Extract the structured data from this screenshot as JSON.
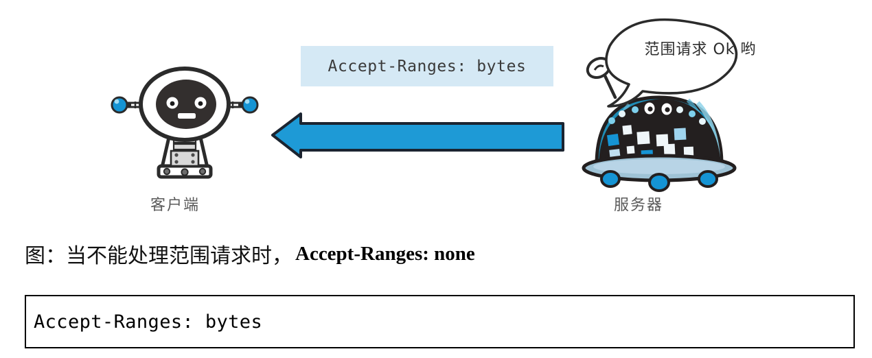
{
  "figure": {
    "header_label": "Accept-Ranges: bytes",
    "header_label_bg": "#d5e9f5",
    "arrow": {
      "direction": "left",
      "color": "#1e9ad6",
      "outline_color": "#1b2430"
    },
    "client": {
      "caption": "客户端",
      "accent_color": "#1594d4",
      "outline_color": "#2b2b2b",
      "face_color": "#332f2e"
    },
    "server": {
      "caption": "服务器",
      "dome_color": "#1f8cb5",
      "dome_light": "#4fb6d8",
      "panel_color": "#231f1f",
      "base_color": "#9fc3d6",
      "wheel_color": "#1594d4",
      "speech_bubble": "范围请求 Ok 哟"
    }
  },
  "caption": {
    "chinese": "图：当不能处理范围请求时，",
    "english": "Accept-Ranges: none"
  },
  "code_box": {
    "text": "Accept-Ranges: bytes",
    "border_color": "#000000"
  }
}
